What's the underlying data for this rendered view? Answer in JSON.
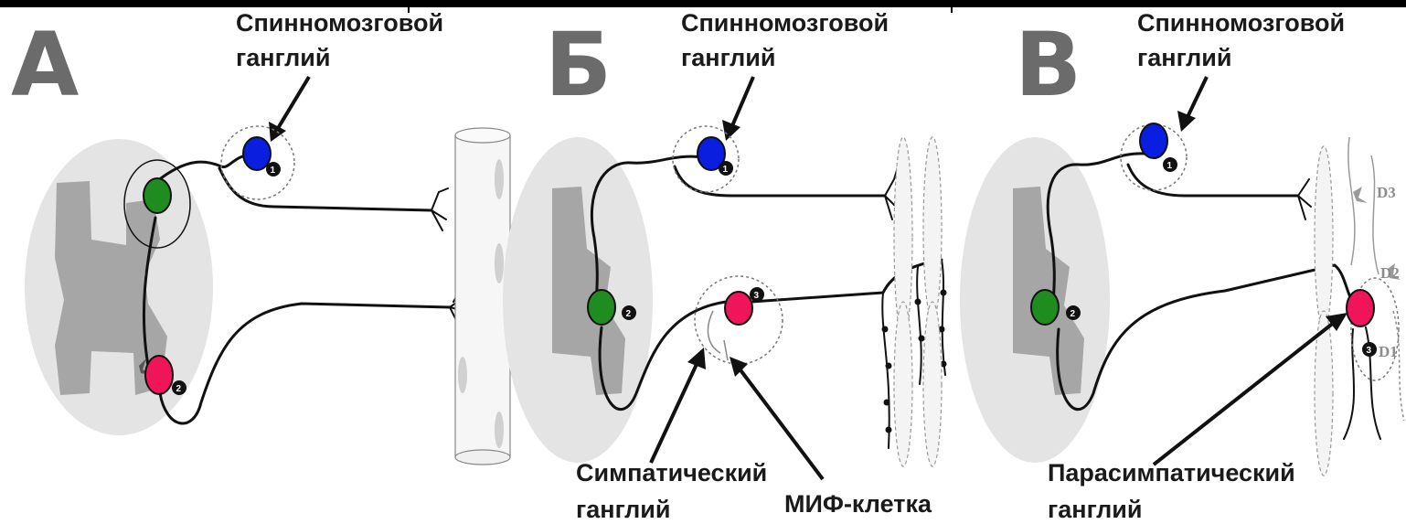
{
  "colors": {
    "sensory_neuron": "#0a1ee0",
    "interneuron": "#1e8c1e",
    "motor_neuron": "#f0145a",
    "spinal_cord": "#e4e4e4",
    "grey_matter": "#a6a6a6",
    "letter": "#6b6b6b"
  },
  "panels": [
    {
      "letter": "А",
      "ganglion_label_line1": "Спинномозговой",
      "ganglion_label_line2": "ганглий",
      "badge_1": "1",
      "badge_2": "2"
    },
    {
      "letter": "Б",
      "ganglion_label_line1": "Спинномозговой",
      "ganglion_label_line2": "ганглий",
      "badge_1": "1",
      "badge_2": "2",
      "badge_3": "3",
      "ganglion2_label_line1": "Симпатический",
      "ganglion2_label_line2": "ганглий",
      "mif_label": "МИФ-клетка"
    },
    {
      "letter": "В",
      "ganglion_label_line1": "Спинномозговой",
      "ganglion_label_line2": "ганглий",
      "badge_1": "1",
      "badge_2": "2",
      "badge_3": "3",
      "ganglion2_label_line1": "Парасимпатический",
      "ganglion2_label_line2": "ганглий",
      "d1": "D1",
      "d2": "D2",
      "d3": "D3"
    }
  ]
}
